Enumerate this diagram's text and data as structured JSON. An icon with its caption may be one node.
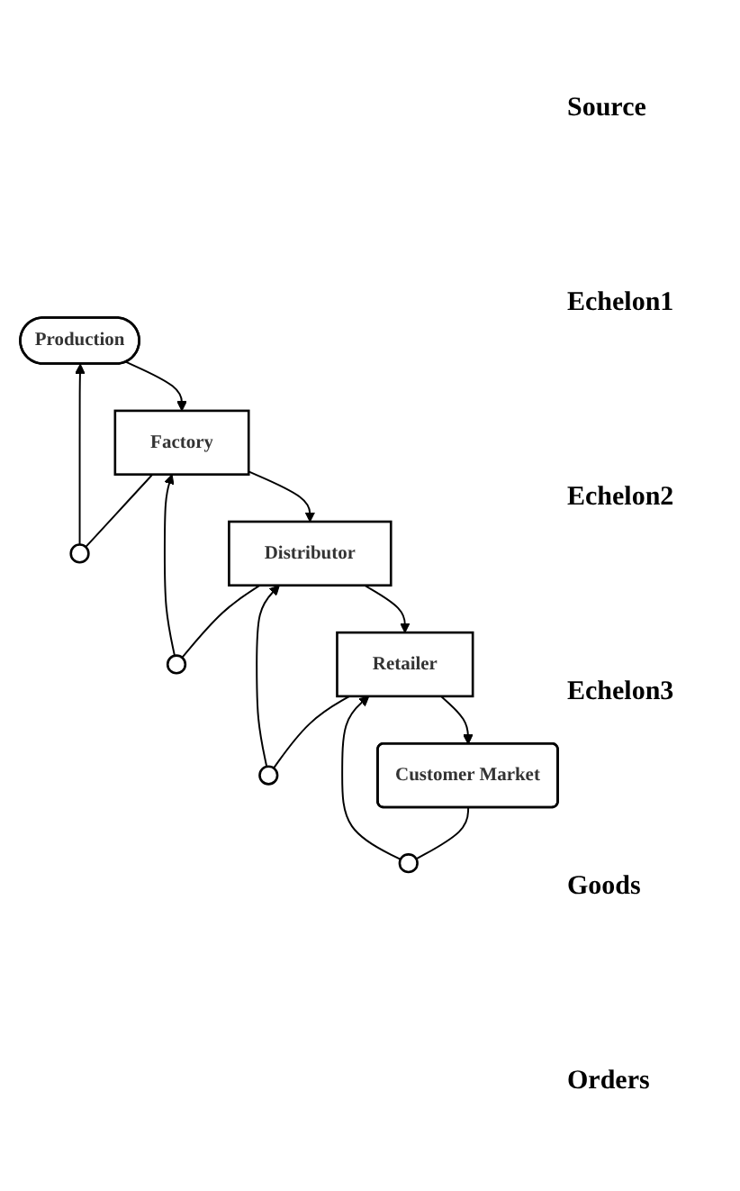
{
  "diagram": {
    "nodes": [
      {
        "text": [
          "Production"
        ]
      },
      {
        "text": [],
        "shape": "circle"
      },
      {
        "text": [
          "Factory"
        ]
      },
      {
        "text": [],
        "shape": "circle"
      },
      {
        "text": [
          "Distributor"
        ]
      },
      {
        "text": [],
        "shape": "circle"
      },
      {
        "text": [
          "Retailer"
        ]
      },
      {
        "text": [],
        "shape": "circle"
      },
      {
        "text": [
          "Customer Market"
        ]
      }
    ],
    "edges": [
      {
        "from": 0,
        "to": 2,
        "arrow": "to"
      },
      {
        "from": 2,
        "to": 4,
        "arrow": "to"
      },
      {
        "from": 4,
        "to": 6,
        "arrow": "to"
      },
      {
        "from": 6,
        "to": 8,
        "arrow": "to"
      },
      {
        "from": 2,
        "to": 1,
        "arrow": "none"
      },
      {
        "from": 1,
        "to": 0,
        "arrow": "to"
      },
      {
        "from": 4,
        "to": 3,
        "arrow": "none"
      },
      {
        "from": 3,
        "to": 2,
        "arrow": "to"
      },
      {
        "from": 6,
        "to": 5,
        "arrow": "none"
      },
      {
        "from": 5,
        "to": 4,
        "arrow": "to"
      },
      {
        "from": 8,
        "to": 7,
        "arrow": "none"
      },
      {
        "from": 7,
        "to": 6,
        "arrow": "to"
      }
    ],
    "labels": [
      "Source",
      "Echelon1",
      "Echelon2",
      "Echelon3",
      "Goods",
      "Orders"
    ]
  }
}
